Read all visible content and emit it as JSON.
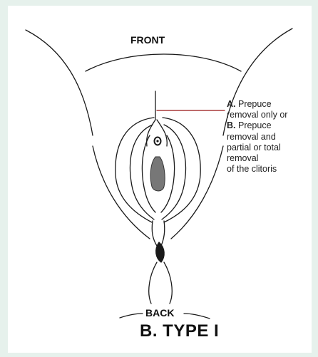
{
  "labels": {
    "front": "FRONT",
    "back": "BACK",
    "title": "B. TYPE I"
  },
  "annotation": {
    "a_marker": "A.",
    "a_text": "Prepuce",
    "line2": "removal only or",
    "b_marker": "B.",
    "b_text": "Prepuce",
    "line4": "removal and",
    "line5": "partial or total",
    "line6": "removal",
    "line7": "of the clitoris"
  },
  "colors": {
    "background": "#e6f1ec",
    "panel": "#ffffff",
    "ink": "#1a1a1a",
    "pointer_line": "#a83a3a",
    "shaded_area": "#777777"
  }
}
